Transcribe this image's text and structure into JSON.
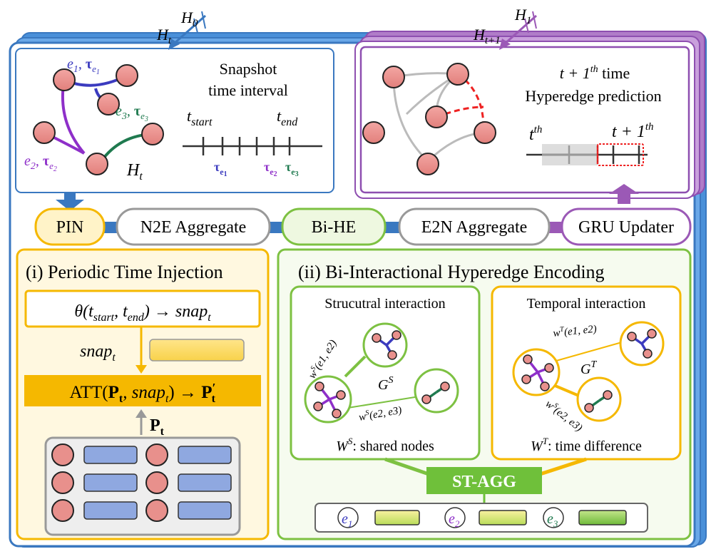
{
  "colors": {
    "blue": "#4a90d9",
    "purple": "#9b59b6",
    "orange": "#f5b800",
    "green": "#7dc142",
    "node": "#e8908c",
    "chip": "#8fa8e0"
  },
  "left_top_panel": {
    "h0": "H",
    "h0_sub": "0",
    "ht": "H",
    "ht_sub": "t",
    "snapshot_line1": "Snapshot",
    "snapshot_line2": "time interval",
    "t_start": "t",
    "t_start_sub": "start",
    "t_end": "t",
    "t_end_sub": "end",
    "graph_label": "H",
    "graph_label_sub": "t",
    "e1": "e",
    "e1_sub": "1",
    "tau": "τ",
    "tau_e1_sub": "e1",
    "e2": "e",
    "e2_sub": "2",
    "tau_e2_sub": "e2",
    "e3": "e",
    "e3_sub": "3",
    "tau_e3_sub": "e3"
  },
  "right_top_panel": {
    "h1": "H",
    "h1_sub": "1",
    "ht1": "H",
    "ht1_sub": "t+1",
    "line1": "t + 1",
    "line1_sup": "th",
    "line1_rest": "time",
    "line2": "Hyperedge prediction",
    "tth": "t",
    "tth_sup": "th",
    "t1th": "t + 1",
    "t1th_sup": "th"
  },
  "pipeline": {
    "pin": "PIN",
    "n2e": "N2E Aggregate",
    "bihe": "Bi-HE",
    "e2n": "E2N Aggregate",
    "gru": "GRU Updater"
  },
  "pti": {
    "title": "(i) Periodic Time Injection",
    "theta": "θ(t",
    "theta_sub1": "start",
    "theta_mid": ", t",
    "theta_sub2": "end",
    "theta_end": ") → snap",
    "theta_sub3": "t",
    "snap": "snap",
    "snap_sub": "t",
    "att": "ATT(",
    "att_p": "P",
    "att_p_sub": "t",
    "att_mid": ", snap",
    "att_mid_sub": "t",
    "att_end": ") → ",
    "att_out": "P",
    "att_out_sup": "′",
    "att_out_sub": "t",
    "pt": "P",
    "pt_sub": "t"
  },
  "bihe": {
    "title": "(ii) Bi-Interactional Hyperedge Encoding",
    "struct_title": "Strucutral interaction",
    "temp_title": "Temporal interaction",
    "gs": "G",
    "gs_sup": "S",
    "gt": "G",
    "gt_sup": "T",
    "ws_e1e2": "w",
    "ws_sup": "S",
    "ws_args12": "(e1, e2)",
    "ws_args23": "(e2, e3)",
    "wt": "w",
    "wt_sup": "T",
    "wt_args12": "(e1, e2)",
    "ws_e2e3_t": "(e2, e3)",
    "WS_caption": "W",
    "WS_caption_sup": "S",
    "WS_caption_rest": ": shared nodes",
    "WT_caption": "W",
    "WT_caption_sup": "T",
    "WT_caption_rest": ": time difference",
    "stagg": "ST-AGG",
    "out_e1": "e",
    "out_e1_sub": "1",
    "out_e2": "e",
    "out_e2_sub": "2",
    "out_e3": "e",
    "out_e3_sub": "3"
  }
}
